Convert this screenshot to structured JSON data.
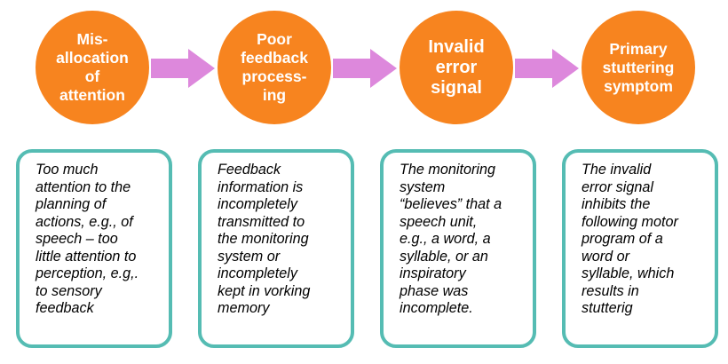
{
  "colors": {
    "circle_fill": "#f7841f",
    "circle_text": "#ffffff",
    "arrow_fill": "#dd88dc",
    "box_border": "#55bcb3"
  },
  "steps": [
    {
      "circle_label": "Mis-\nallocation\nof\nattention",
      "description": "Too much\nattention to the\nplanning of\nactions, e.g., of\nspeech – too\nlittle attention to\nperception, e.g,.\nto sensory\nfeedback"
    },
    {
      "circle_label": "Poor\nfeedback\nprocess-\ning",
      "description": "Feedback\ninformation is\nincompletely\ntransmitted to\nthe monitoring\nsystem or\nincompletely\nkept in vorking\nmemory"
    },
    {
      "circle_label": "Invalid\nerror\nsignal",
      "description": "The monitoring\nsystem\n“believes” that a\nspeech unit,\ne.g., a word, a\nsyllable, or an\ninspiratory\nphase was\nincomplete."
    },
    {
      "circle_label": "Primary\nstuttering\nsymptom",
      "description": "The invalid\nerror signal\ninhibits the\nfollowing motor\nprogram of a\nword or\nsyllable, which\nresults in\nstutterig"
    }
  ]
}
